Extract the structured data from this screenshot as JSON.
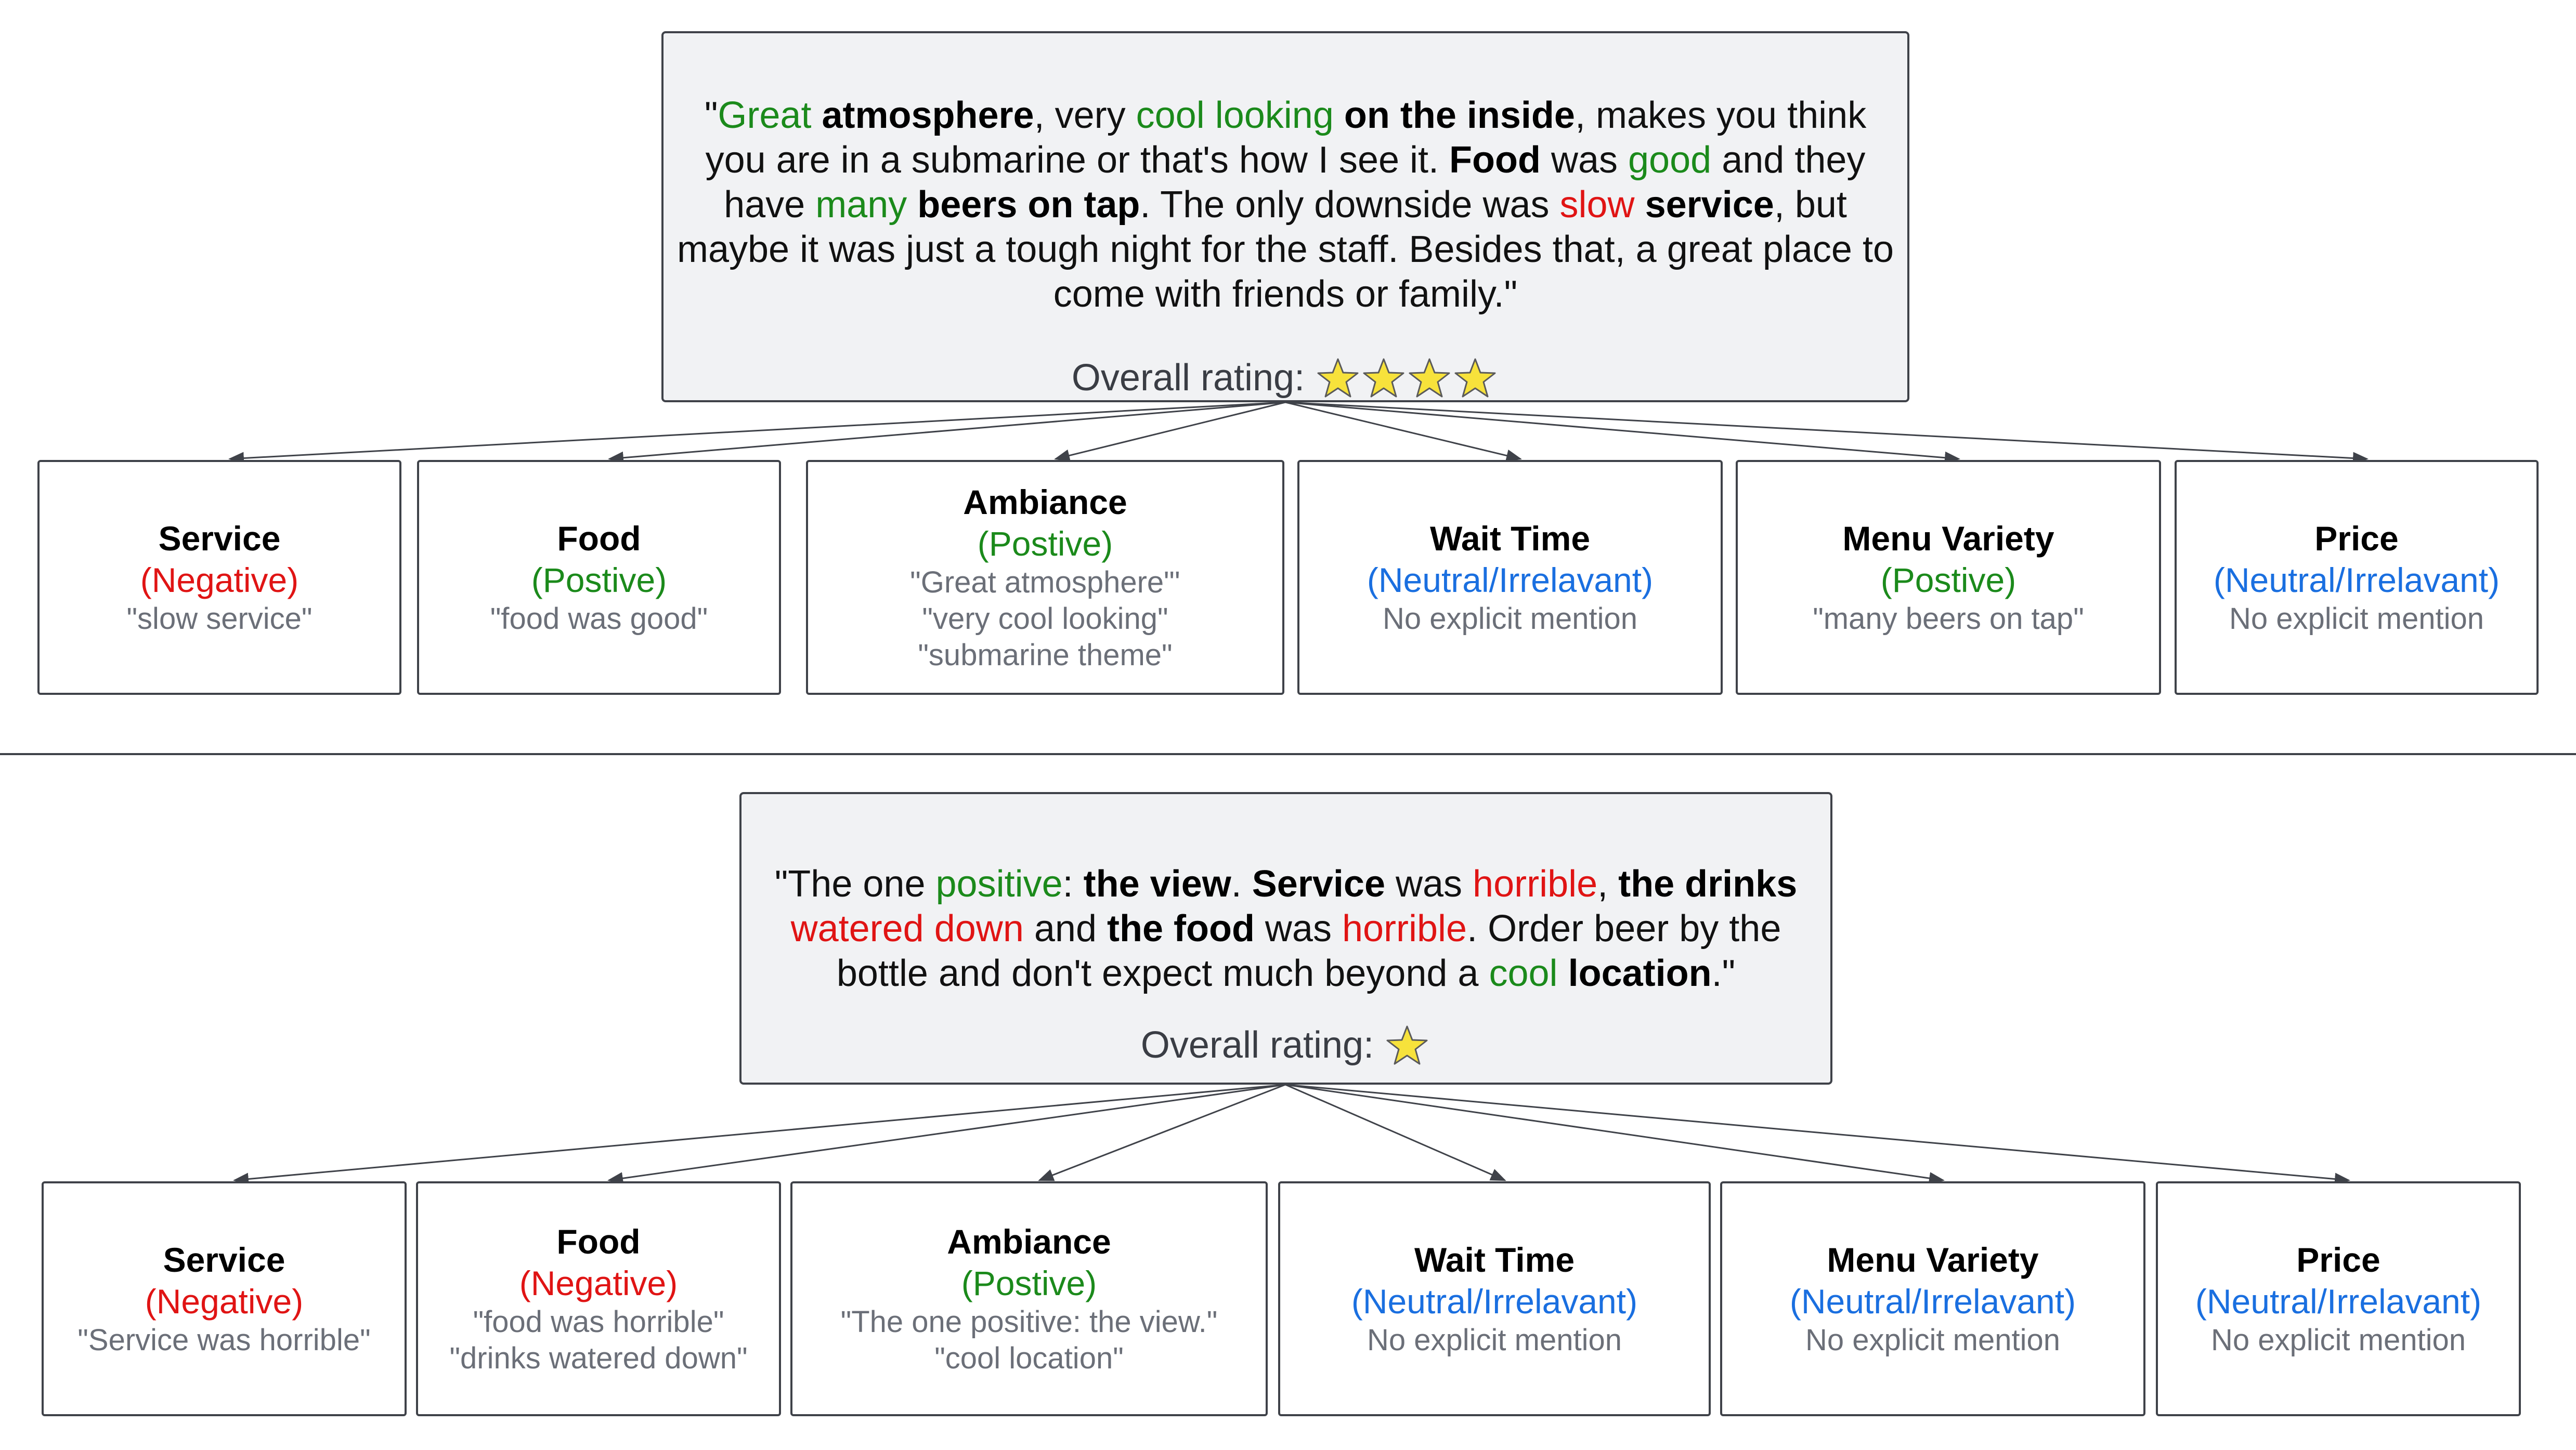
{
  "colors": {
    "positive": "#1b8a1b",
    "negative": "#e01414",
    "neutral": "#1a6fe0",
    "evidence": "#6b6f78",
    "box_fill": "#f1f2f4",
    "border": "#3f4249",
    "star_fill": "#f7e23b"
  },
  "examples": [
    {
      "review": {
        "segments": [
          {
            "text": "\"",
            "style": "plain"
          },
          {
            "text": "Great",
            "style": "pos"
          },
          {
            "text": " ",
            "style": "plain"
          },
          {
            "text": "atmosphere",
            "style": "bold"
          },
          {
            "text": ", very ",
            "style": "plain"
          },
          {
            "text": "cool looking",
            "style": "pos"
          },
          {
            "text": " ",
            "style": "plain"
          },
          {
            "text": "on the inside",
            "style": "bold"
          },
          {
            "text": ", makes you think you are in a submarine or that's how I see it. ",
            "style": "plain"
          },
          {
            "text": "Food",
            "style": "bold"
          },
          {
            "text": " was ",
            "style": "plain"
          },
          {
            "text": "good",
            "style": "pos"
          },
          {
            "text": " and they have ",
            "style": "plain"
          },
          {
            "text": "many",
            "style": "pos"
          },
          {
            "text": " ",
            "style": "plain"
          },
          {
            "text": "beers on tap",
            "style": "bold"
          },
          {
            "text": ". The only downside was ",
            "style": "plain"
          },
          {
            "text": "slow",
            "style": "neg"
          },
          {
            "text": " ",
            "style": "plain"
          },
          {
            "text": "service",
            "style": "bold"
          },
          {
            "text": ", but maybe it was just a tough night for the staff. Besides that, a great place to come with friends or family.\"",
            "style": "plain"
          }
        ],
        "rating_label": "Overall rating:",
        "stars": 4
      },
      "aspects": [
        {
          "name": "Service",
          "sentiment": "(Negative)",
          "polarity": "Negative",
          "evidence": [
            "\"slow service\""
          ]
        },
        {
          "name": "Food",
          "sentiment": "(Postive)",
          "polarity": "Positive",
          "evidence": [
            "\"food was good\""
          ]
        },
        {
          "name": "Ambiance",
          "sentiment": "(Postive)",
          "polarity": "Positive",
          "evidence": [
            "\"Great atmosphere\"'",
            "\"very cool looking\"",
            "\"submarine theme\""
          ]
        },
        {
          "name": "Wait Time",
          "sentiment": "(Neutral/Irrelavant)",
          "polarity": "Neutral",
          "evidence": [
            "No explicit mention"
          ]
        },
        {
          "name": "Menu Variety",
          "sentiment": "(Postive)",
          "polarity": "Positive",
          "evidence": [
            "\"many beers on tap\""
          ]
        },
        {
          "name": "Price",
          "sentiment": "(Neutral/Irrelavant)",
          "polarity": "Neutral",
          "evidence": [
            "No explicit mention"
          ]
        }
      ]
    },
    {
      "review": {
        "segments": [
          {
            "text": "\"The one ",
            "style": "plain"
          },
          {
            "text": "positive",
            "style": "pos"
          },
          {
            "text": ": ",
            "style": "plain"
          },
          {
            "text": "the view",
            "style": "bold"
          },
          {
            "text": ". ",
            "style": "plain"
          },
          {
            "text": "Service",
            "style": "bold"
          },
          {
            "text": " was ",
            "style": "plain"
          },
          {
            "text": "horrible",
            "style": "neg"
          },
          {
            "text": ", ",
            "style": "plain"
          },
          {
            "text": "the drinks",
            "style": "bold"
          },
          {
            "text": " ",
            "style": "plain"
          },
          {
            "text": "watered down",
            "style": "neg"
          },
          {
            "text": " and ",
            "style": "plain"
          },
          {
            "text": "the food",
            "style": "bold"
          },
          {
            "text": " was ",
            "style": "plain"
          },
          {
            "text": "horrible",
            "style": "neg"
          },
          {
            "text": ". Order beer by the bottle and don't expect much beyond a ",
            "style": "plain"
          },
          {
            "text": "cool",
            "style": "pos"
          },
          {
            "text": " ",
            "style": "plain"
          },
          {
            "text": "location",
            "style": "bold"
          },
          {
            "text": ".\"",
            "style": "plain"
          }
        ],
        "rating_label": "Overall rating:",
        "stars": 1
      },
      "aspects": [
        {
          "name": "Service",
          "sentiment": "(Negative)",
          "polarity": "Negative",
          "evidence": [
            "\"Service was horrible\""
          ]
        },
        {
          "name": "Food",
          "sentiment": "(Negative)",
          "polarity": "Negative",
          "evidence": [
            "\"food was horrible\"",
            "\"drinks watered down\""
          ]
        },
        {
          "name": "Ambiance",
          "sentiment": "(Postive)",
          "polarity": "Positive",
          "evidence": [
            "\"The one positive: the view.\"",
            "\"cool location\""
          ]
        },
        {
          "name": "Wait Time",
          "sentiment": "(Neutral/Irrelavant)",
          "polarity": "Neutral",
          "evidence": [
            "No explicit mention"
          ]
        },
        {
          "name": "Menu Variety",
          "sentiment": "(Neutral/Irrelavant)",
          "polarity": "Neutral",
          "evidence": [
            "No explicit mention"
          ]
        },
        {
          "name": "Price",
          "sentiment": "(Neutral/Irrelavant)",
          "polarity": "Neutral",
          "evidence": [
            "No explicit mention"
          ]
        }
      ]
    }
  ]
}
